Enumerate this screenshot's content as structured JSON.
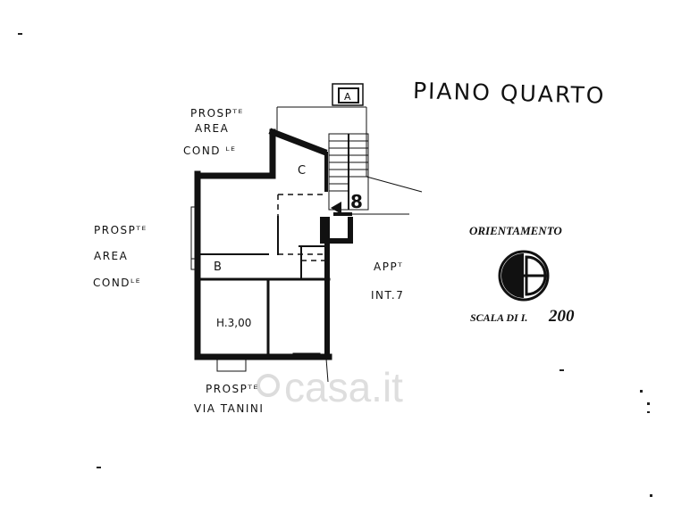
{
  "title": "PIANO QUARTO",
  "labels": {
    "top_left_1": "PROSPᵀᴱ",
    "top_left_2": "AREA",
    "top_left_3": "COND ᴸᴱ",
    "left_1": "PROSPᵀᴱ",
    "left_2": "AREA",
    "left_3": "CONDᴸᴱ",
    "bottom_1": "PROSPᵀᴱ",
    "bottom_2": "VIA TANINI",
    "appt_1": "APPᵀ",
    "appt_2": "INT.7",
    "room_a": "A",
    "room_b": "B",
    "room_c": "C",
    "height": "H.3,00",
    "unit_number": "8"
  },
  "legend": {
    "orientation_title": "ORIENTAMENTO",
    "scale_prefix": "SCALA DI I.",
    "scale_value": "200"
  },
  "watermark": "casa.it",
  "colors": {
    "ink": "#111111",
    "watermark": "#d9d9d9"
  }
}
